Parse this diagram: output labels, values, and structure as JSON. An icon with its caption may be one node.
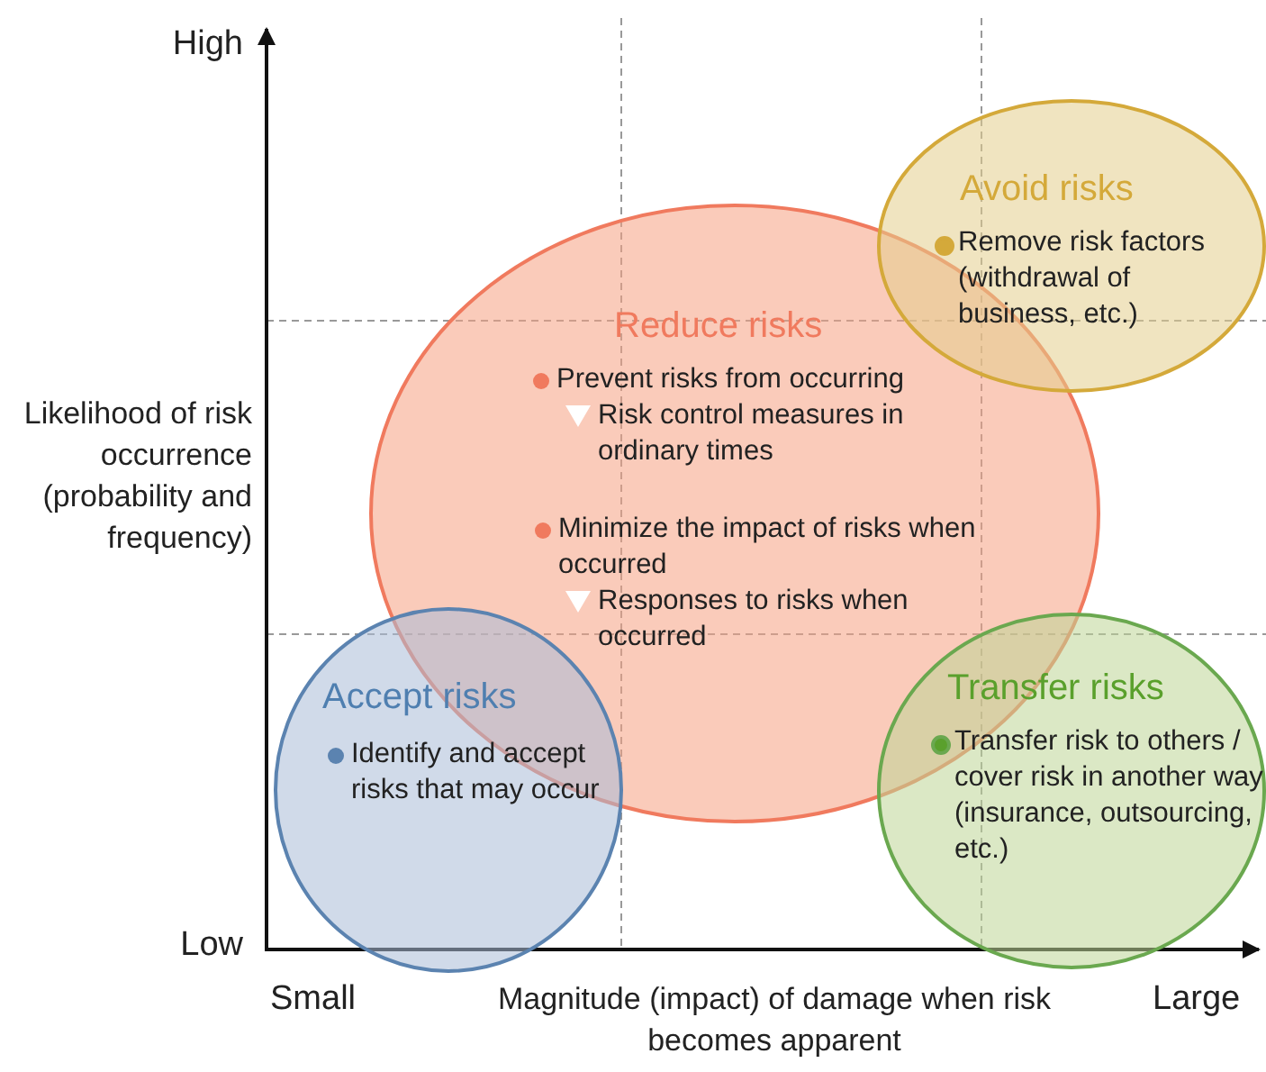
{
  "diagram": {
    "nodes": [
      {
        "text": [
          "Reduce risks",
          "Prevent risks from occurring",
          "Risk control measures in ordinary times",
          "Minimize the impact of risks when occurred",
          "Responses to risks when occurred"
        ]
      },
      {
        "text": [
          "Avoid risks",
          "Remove risk factors (withdrawal of business, etc.)"
        ]
      },
      {
        "text": [
          "Accept risks",
          "Identify and accept risks that may occur"
        ]
      },
      {
        "text": [
          "Transfer risks",
          "Transfer risk to others / cover risk in another way (insurance, outsourcing, etc.)"
        ]
      }
    ],
    "labels": [
      "High",
      "Likelihood of risk occurrence (probability and frequency)",
      "Low",
      "Small",
      "Magnitude (impact) of damage when risk becomes apparent",
      "Large"
    ]
  }
}
